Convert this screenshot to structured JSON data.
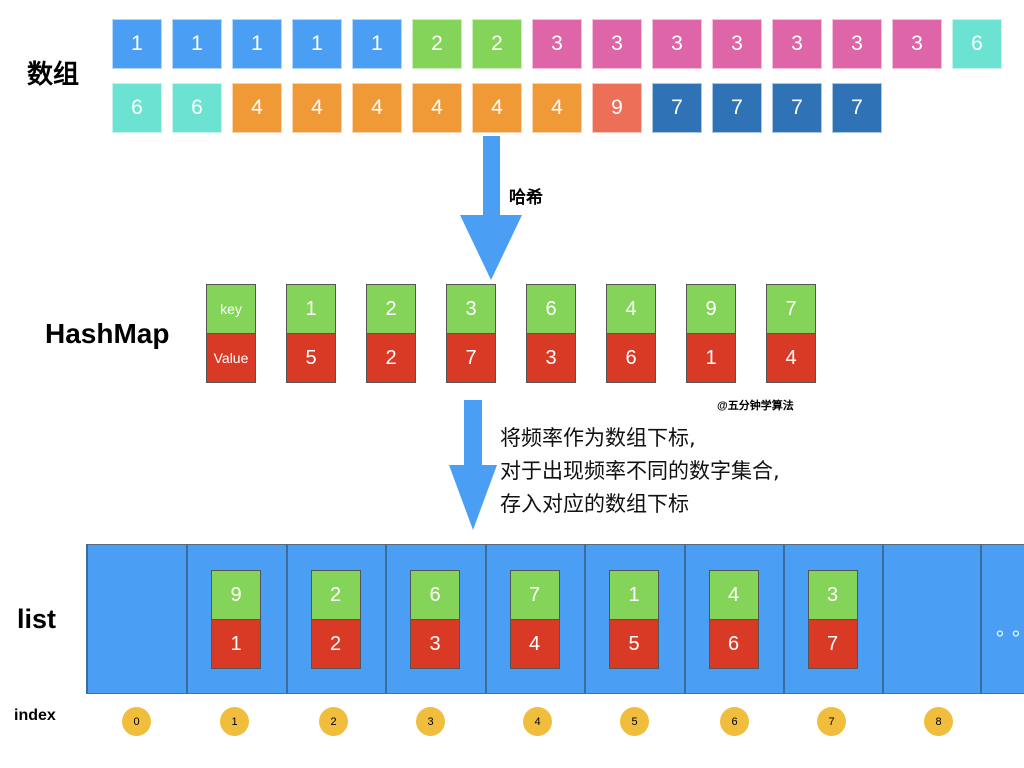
{
  "labels": {
    "array": "数组",
    "hash": "哈希",
    "hashmap": "HashMap",
    "list": "list",
    "index": "index",
    "watermark": "@五分钟学算法",
    "ellipsis": "。。"
  },
  "description": [
    "将频率作为数组下标,",
    "对于出现频率不同的数字集合,",
    "存入对应的数组下标"
  ],
  "colors": {
    "1": "#4a9ff5",
    "2": "#84d45a",
    "3": "#de66a8",
    "6": "#6ce3d2",
    "4": "#ef9a37",
    "9": "#ee6f57",
    "7": "#2f72b5",
    "key": "#84d45a",
    "value": "#d93a26",
    "index": "#f0bd3d",
    "arrow": "#4a9ff5"
  },
  "array_row1": [
    "1",
    "1",
    "1",
    "1",
    "1",
    "2",
    "2",
    "3",
    "3",
    "3",
    "3",
    "3",
    "3",
    "3",
    "6"
  ],
  "array_row2": [
    "6",
    "6",
    "4",
    "4",
    "4",
    "4",
    "4",
    "4",
    "9",
    "7",
    "7",
    "7",
    "7"
  ],
  "hashmap": {
    "key_label": "key",
    "value_label": "Value",
    "entries": [
      {
        "key": "1",
        "value": "5"
      },
      {
        "key": "2",
        "value": "2"
      },
      {
        "key": "3",
        "value": "7"
      },
      {
        "key": "6",
        "value": "3"
      },
      {
        "key": "4",
        "value": "6"
      },
      {
        "key": "9",
        "value": "1"
      },
      {
        "key": "7",
        "value": "4"
      }
    ]
  },
  "list": [
    null,
    {
      "key": "9",
      "value": "1"
    },
    {
      "key": "2",
      "value": "2"
    },
    {
      "key": "6",
      "value": "3"
    },
    {
      "key": "7",
      "value": "4"
    },
    {
      "key": "1",
      "value": "5"
    },
    {
      "key": "4",
      "value": "6"
    },
    {
      "key": "3",
      "value": "7"
    },
    null
  ],
  "indices": [
    "0",
    "1",
    "2",
    "3",
    "4",
    "5",
    "6",
    "7",
    "8"
  ]
}
